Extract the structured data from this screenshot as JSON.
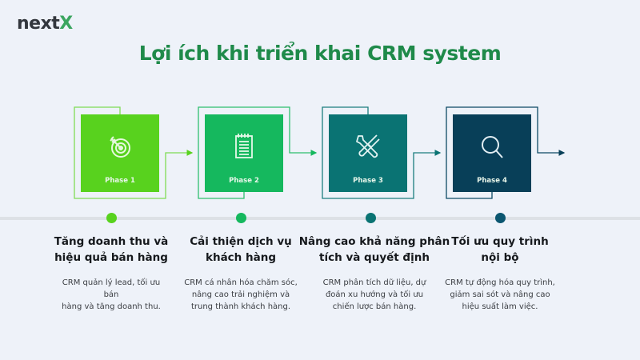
{
  "brand": {
    "logo_main": "next",
    "logo_accent": "X"
  },
  "title": "Lợi ích khi triển khai CRM system",
  "colors": {
    "phase1": "#58d21e",
    "phase2": "#15b85e",
    "phase3": "#0a7373",
    "phase4": "#083f58",
    "title": "#1f8a4a",
    "background": "#eef2f9"
  },
  "phases": [
    {
      "label": "Phase 1",
      "icon": "target-icon",
      "heading": [
        "Tăng doanh thu và",
        "hiệu quả bán hàng"
      ],
      "description": [
        "CRM quản lý lead, tối ưu bán",
        "hàng và tăng doanh thu."
      ]
    },
    {
      "label": "Phase 2",
      "icon": "notepad-icon",
      "heading": [
        "Cải thiện dịch vụ",
        "khách hàng"
      ],
      "description": [
        "CRM cá nhân hóa chăm sóc,",
        "nâng cao trải nghiệm và",
        "trung thành khách hàng."
      ]
    },
    {
      "label": "Phase 3",
      "icon": "tools-icon",
      "heading": [
        "Nâng cao khả năng phân",
        "tích và quyết định"
      ],
      "description": [
        "CRM phân tích dữ liệu, dự",
        "đoán xu hướng và tối ưu",
        "chiến lược bán hàng."
      ]
    },
    {
      "label": "Phase 4",
      "icon": "search-icon",
      "heading": [
        "Tối ưu quy trình",
        "nội bộ"
      ],
      "description": [
        "CRM tự động hóa quy trình,",
        "giảm sai sót và nâng cao",
        "hiệu suất làm việc."
      ]
    }
  ]
}
